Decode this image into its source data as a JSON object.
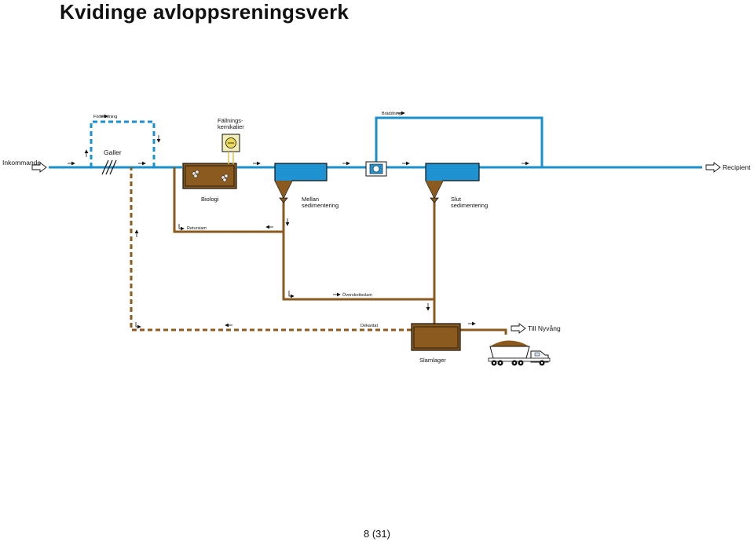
{
  "title": "Kvidinge avloppsreningsverk",
  "page_number": "8 (31)",
  "colors": {
    "water": "#1a8fce",
    "sludge": "#8b5a1e",
    "sludge_fill": "#8b5a1e",
    "water_fill": "#1f93d2",
    "chemical_box": "#f3ecb8"
  },
  "labels": {
    "incoming": "Inkommande",
    "bypass": "Förbiledning",
    "screen": "Galler",
    "chemicals": "Fällnings-\nkemikalier",
    "biology": "Biologi",
    "intermediate_sedimentation": "Mellan\nsedimentering",
    "overflow": "Bräddning",
    "final_sedimentation": "Slut\nsedimentering",
    "recipient": "Recipient",
    "return_sludge": "Retursiam",
    "excess_sludge": "Överskottsslam",
    "decantate": "Dekantat",
    "sludge_storage": "Slamlager",
    "to_nyvang": "Till Nyvång"
  },
  "icons": {
    "incoming_arrow": "hollow-right-arrow",
    "recipient_arrow": "hollow-right-arrow",
    "nyvang_arrow": "hollow-right-arrow",
    "truck": "dump-truck-icon",
    "chemical_dosing": "pump-icon",
    "disinfection": "uv-unit-icon"
  }
}
